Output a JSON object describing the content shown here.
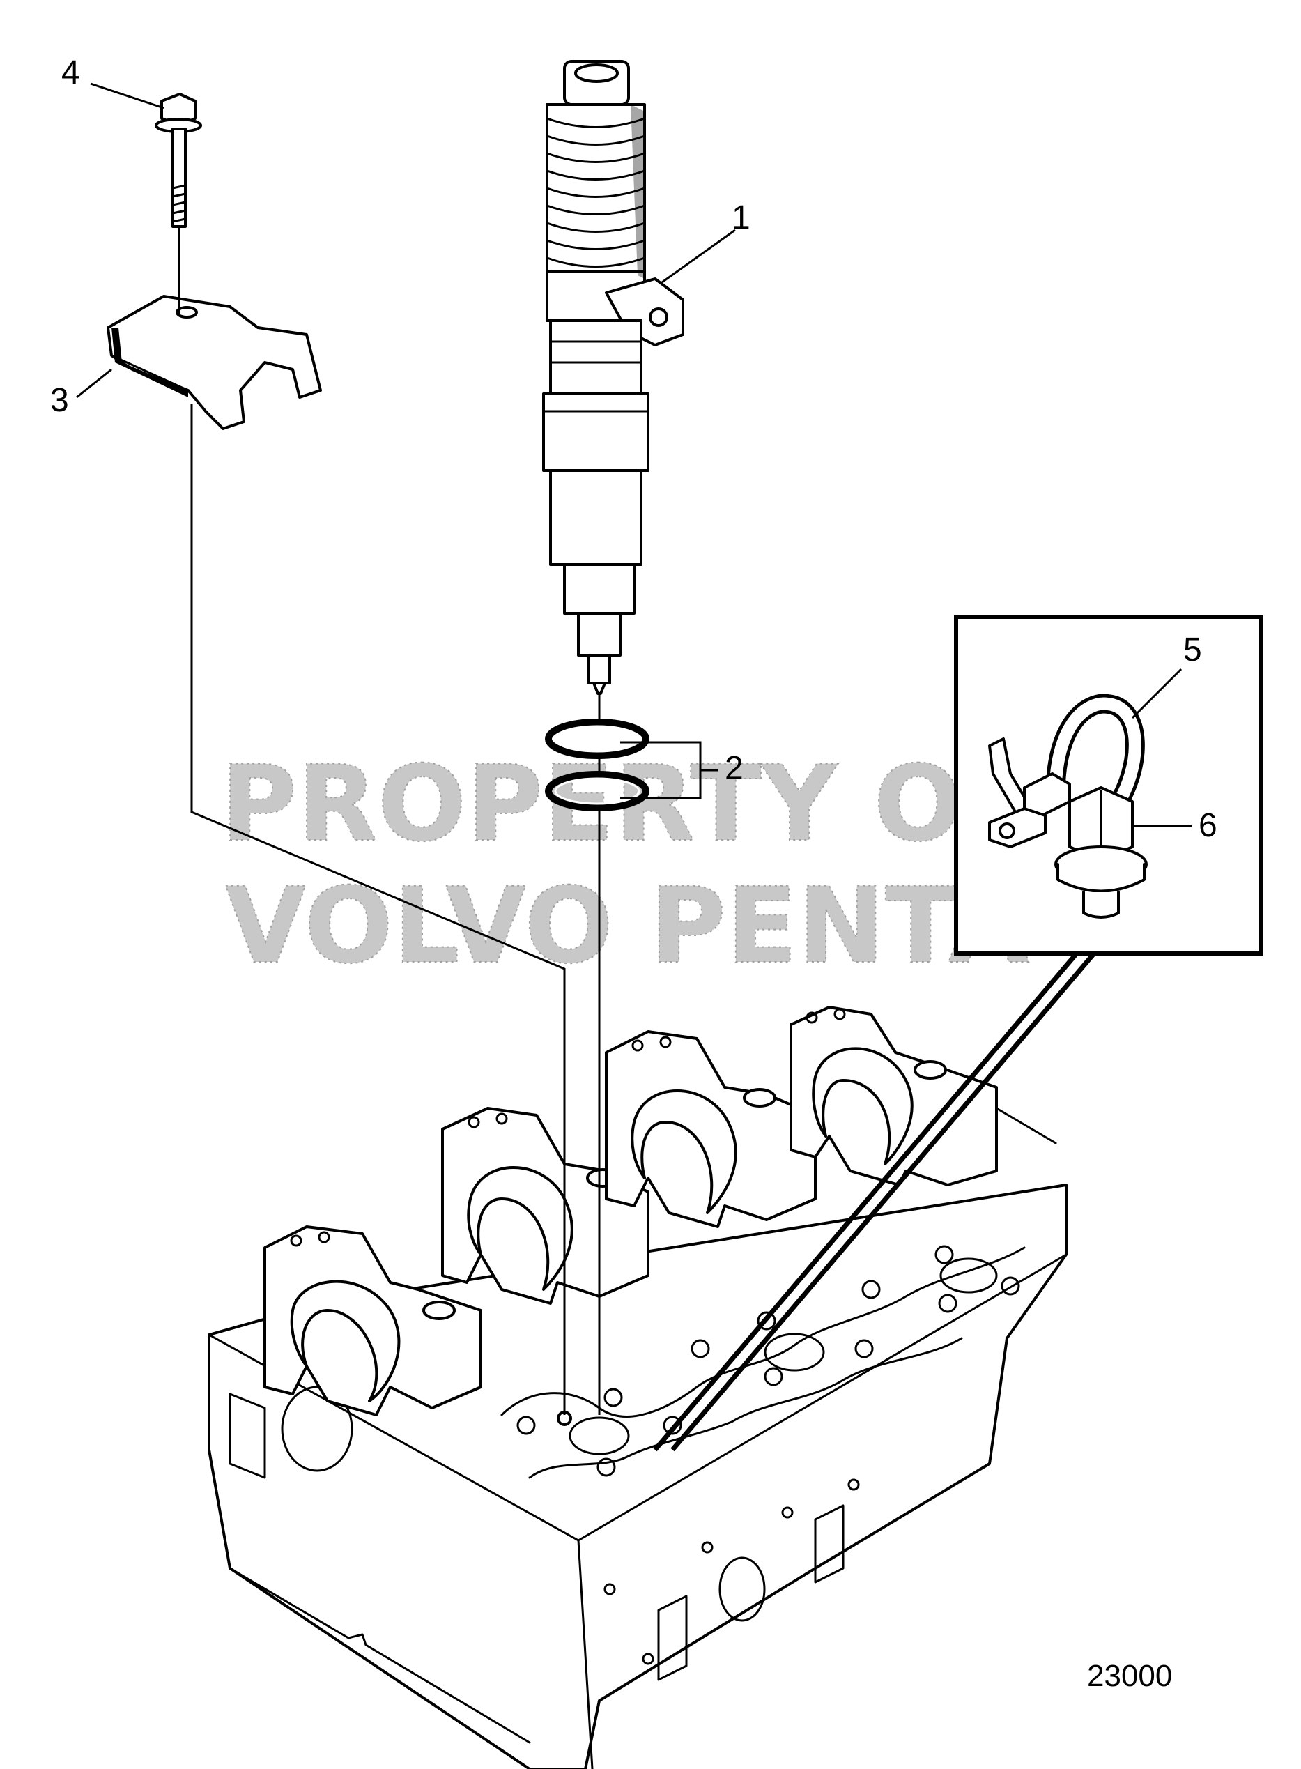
{
  "diagram": {
    "callouts": [
      {
        "id": "1",
        "label": "1",
        "part": "injector"
      },
      {
        "id": "2",
        "label": "2",
        "part": "o-rings"
      },
      {
        "id": "3",
        "label": "3",
        "part": "clamp-yoke"
      },
      {
        "id": "4",
        "label": "4",
        "part": "flange-bolt"
      },
      {
        "id": "5",
        "label": "5",
        "part": "cable-tie"
      },
      {
        "id": "6",
        "label": "6",
        "part": "connector-nut"
      }
    ],
    "watermark": {
      "line1": "PROPERTY OF",
      "line2": "VOLVO PENTA"
    },
    "figure_number": "23000"
  }
}
